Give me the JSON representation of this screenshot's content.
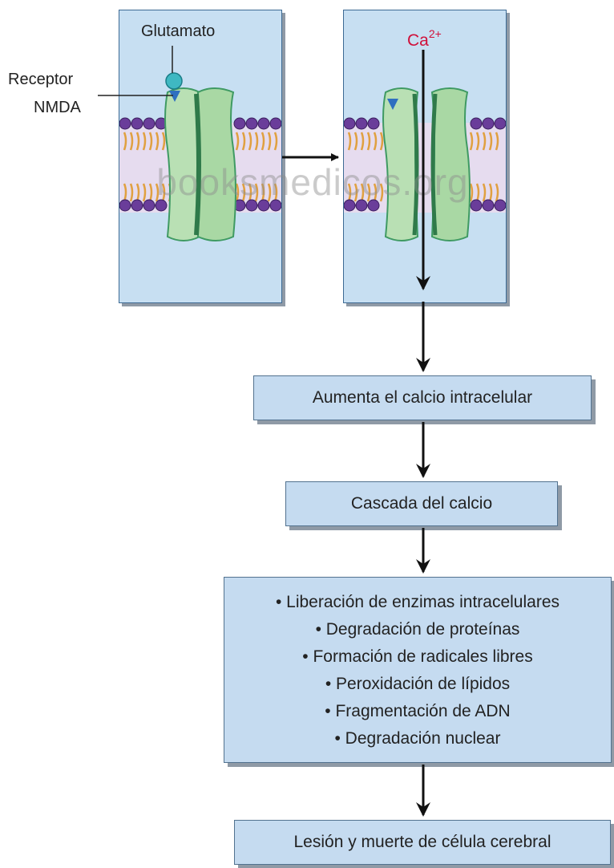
{
  "labels": {
    "glutamate": "Glutamato",
    "receptor_line1": "Receptor",
    "receptor_line2": "NMDA",
    "calcium": "Ca",
    "calcium_charge": "2+"
  },
  "watermark": "booksmedicos.org",
  "flow": {
    "step1": "Aumenta el calcio intracelular",
    "step2": "Cascada del calcio",
    "step3_items": [
      "• Liberación de enzimas intracelulares",
      "• Degradación de proteínas",
      "• Formación de radicales libres",
      "• Peroxidación de lípidos",
      "• Fragmentación de ADN",
      "• Degradación nuclear"
    ],
    "step4": "Lesión y muerte de célula cerebral"
  },
  "colors": {
    "panel_bg": "#c7dff2",
    "box_bg": "#c5dbf0",
    "channel_green": "#b9e0b4",
    "channel_dark": "#3f9a63",
    "lipid_head": "#6a3d9a",
    "lipid_tail": "#e0a040",
    "glutamate_ball": "#3fb8c2",
    "receptor_site": "#2f6fc0",
    "calcium_text": "#d0103a"
  }
}
